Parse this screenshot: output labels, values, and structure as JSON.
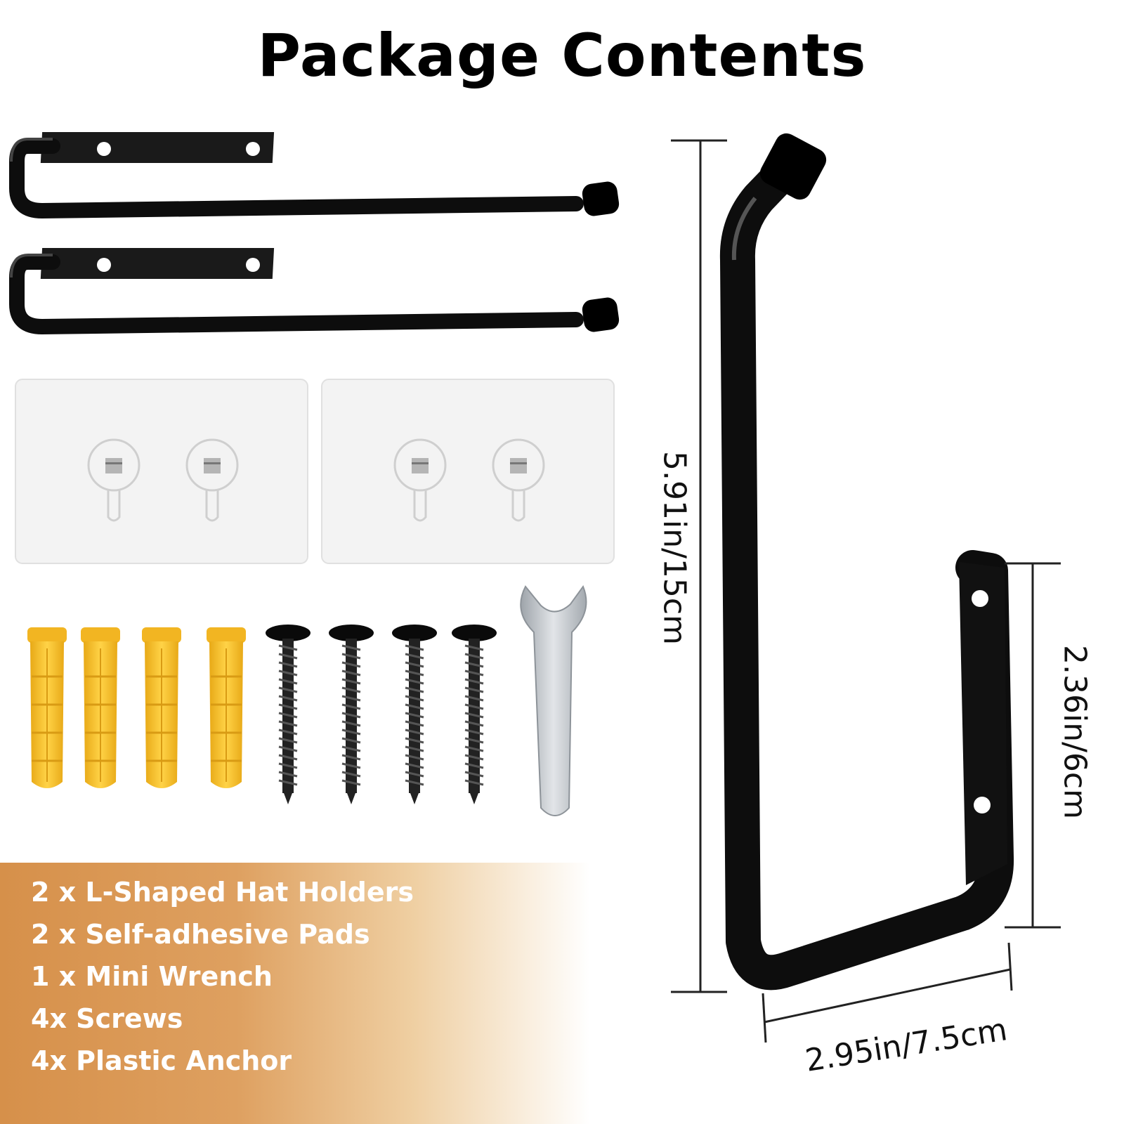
{
  "title": "Package Contents",
  "contents": [
    "2 x L-Shaped Hat Holders",
    "2 x Self-adhesive Pads",
    "1 x Mini Wrench",
    "4x Screws",
    "4x Plastic Anchor"
  ],
  "dimensions": {
    "height": "5.91in/15cm",
    "depth": "2.36in/6cm",
    "width": "2.95in/7.5cm"
  },
  "colors": {
    "hook": "#0d0d0d",
    "anchor": "#f7c22e",
    "panel_start": "#d6904a",
    "list_text": "#ffffff"
  }
}
